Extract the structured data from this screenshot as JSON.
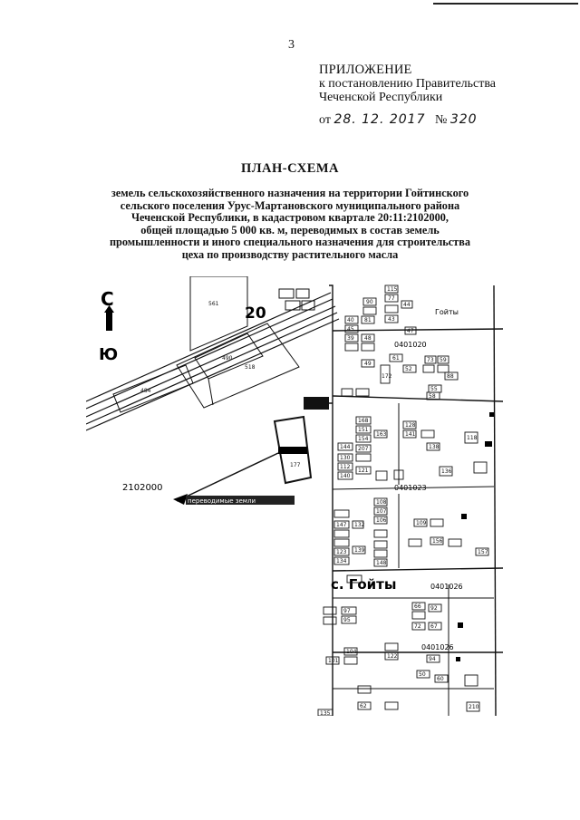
{
  "page_number": "3",
  "appendix": {
    "heading": "ПРИЛОЖЕНИЕ",
    "line1": "к постановлению Правительства",
    "line2": "Чеченской Республики",
    "date_prefix": "от",
    "date_value": "28. 12. 2017",
    "number_prefix": "№",
    "number_value": "320"
  },
  "title": "ПЛАН-СХЕМА",
  "subtitle_lines": [
    "земель сельскохозяйственного назначения на территории Гойтинского",
    "сельского поселения Урус-Мартановского муниципального района",
    "Чеченской Республики, в кадастровом квартале 20:11:2102000,",
    "общей площадью 5 000 кв. м, переводимых в состав земель",
    "промышленности и иного специального назначения для строительства",
    "цеха по производству растительного масла"
  ],
  "map": {
    "north_label": "С",
    "south_label": "Ю",
    "district_code": "20",
    "block_main": "2102000",
    "block_a": "0401020",
    "block_b": "0401023",
    "block_c": "0401026",
    "settlement_right": "Гойты",
    "settlement_main": "с. Гойты",
    "callout_label": "переводимые земли",
    "parcels": {
      "p561": "561",
      "p490": "490",
      "p518": "518",
      "p484": "484",
      "p177": "177",
      "p115": "115",
      "p77": "77",
      "p90": "90",
      "p44": "44",
      "p43": "43",
      "p40": "40",
      "p81": "81",
      "p45": "45",
      "p47": "47",
      "p39": "39",
      "p48": "48",
      "p61": "61",
      "p73": "73",
      "p59": "59",
      "p49": "49",
      "p52": "52",
      "p88": "88",
      "p55": "55",
      "p58": "58",
      "p172": "172",
      "p168": "168",
      "p151": "151",
      "p154": "154",
      "p163": "163",
      "p128": "128",
      "p141": "141",
      "p144": "144",
      "p207": "207",
      "p130": "130",
      "p118": "118",
      "p112": "112",
      "p140": "140",
      "p121": "121",
      "p136": "136",
      "p138": "138",
      "p108": "108",
      "p107": "107",
      "p106": "106",
      "p147": "147",
      "p132": "132",
      "p123": "123",
      "p139": "139",
      "p134": "134",
      "p148": "148",
      "p157": "157",
      "p109": "109",
      "p156": "156",
      "p97": "97",
      "p95": "95",
      "p66": "66",
      "p72": "72",
      "p92": "92",
      "p67": "67",
      "p104": "104",
      "p101": "101",
      "p122": "122",
      "p94": "94",
      "p50": "50",
      "p60": "60",
      "p62": "62",
      "p135": "135",
      "p210": "210"
    }
  }
}
